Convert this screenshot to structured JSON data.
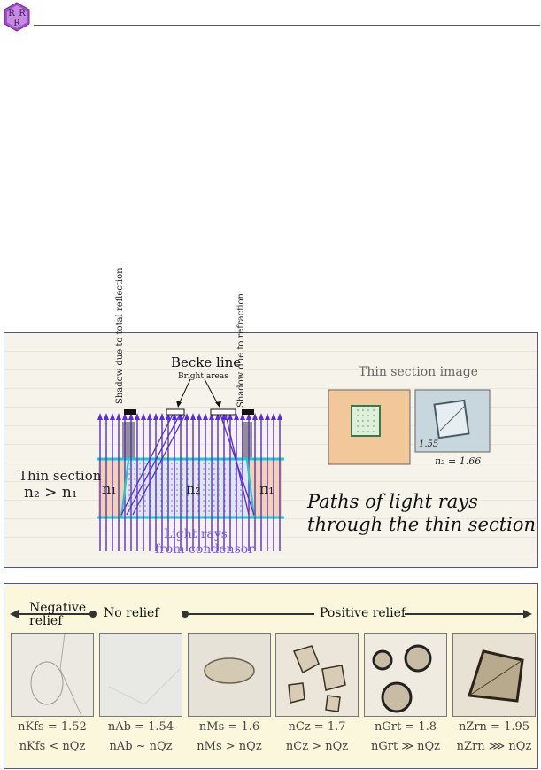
{
  "logo": {
    "letters": [
      "R",
      "R",
      "R"
    ],
    "color": "#a24cc8"
  },
  "figure1": {
    "labels": {
      "shadow_total": "Shadow due to total reflection",
      "becke_line": "Becke line",
      "bright_areas": "Bright areas",
      "shadow_refraction": "Shadow due to refraction",
      "thin_section": "Thin section",
      "n2_gt_n1": "n₂ > n₁",
      "n1_left": "n₁",
      "n2_center": "n₂",
      "n1_right": "n₁",
      "light_rays_1": "Light rays",
      "light_rays_2": "from condensor",
      "thin_section_image": "Thin section image",
      "inset_155": "1.55",
      "inset_n2": "n₂ = 1.66",
      "paths_1": "Paths of light rays",
      "paths_2": "through the thin section"
    },
    "colors": {
      "rays": "#5a2ed4",
      "interface": "#22c8c8",
      "mineral_bg": "#f2c89a",
      "panel_border": "#4a5a88"
    }
  },
  "figure2": {
    "scale": {
      "negative": "Negative relief",
      "none": "No relief",
      "positive": "Positive relief"
    },
    "minerals": [
      {
        "index": "nKfs = 1.52",
        "relation": "nKfs < nQz"
      },
      {
        "index": "nAb = 1.54",
        "relation": "nAb ~ nQz"
      },
      {
        "index": "nMs = 1.6",
        "relation": "nMs > nQz"
      },
      {
        "index": "nCz = 1.7",
        "relation": "nCz > nQz"
      },
      {
        "index": "nGrt = 1.8",
        "relation": "nGrt ≫ nQz"
      },
      {
        "index": "nZrn = 1.95",
        "relation": "nZrn ⋙ nQz"
      }
    ]
  }
}
